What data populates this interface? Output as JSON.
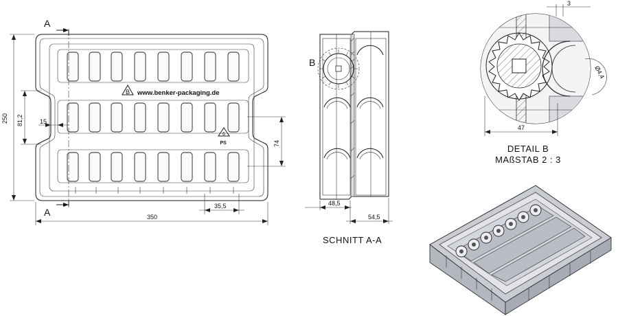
{
  "section_markers": {
    "a_top": "A",
    "a_bottom": "A",
    "b": "B"
  },
  "website": "www.benker-packaging.de",
  "logo_text": "B",
  "recycling": {
    "code": "6",
    "material": "PS"
  },
  "dimensions": {
    "width": "350",
    "height": "250",
    "inner_span": "81,2",
    "gap": "15",
    "row_pitch": "74",
    "pocket_pitch": "35,5",
    "section_depth": "48,5",
    "section_width": "54,5",
    "detail_offset": "3",
    "detail_diameter": "Ø4,4",
    "detail_width": "47"
  },
  "captions": {
    "section": "SCHNITT A-A",
    "detail_title": "DETAIL B",
    "detail_scale": "MAßSTAB 2 : 3"
  },
  "colors": {
    "line": "#1a1a1a",
    "shade": "#d9dbe0",
    "background": "#ffffff"
  }
}
